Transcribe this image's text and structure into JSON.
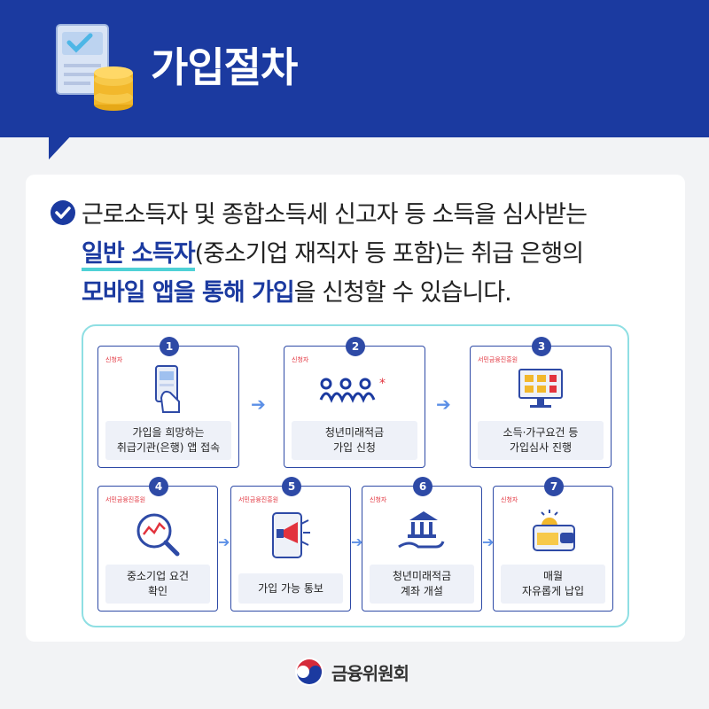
{
  "header": {
    "title": "가입절차"
  },
  "intro": {
    "line1": "근로소득자 및 종합소득세 신고자 등 소득을 심사받는",
    "line2_em": "일반 소득자",
    "line2_rest": "(중소기업 재직자 등 포함)는 취급 은행의",
    "line3_em": "모바일 앱을 통해 가입",
    "line3_rest": "을 신청할 수 있습니다."
  },
  "steps": [
    {
      "num": "1",
      "tag": "신청자",
      "label1": "가입을 희망하는",
      "label2": "취급기관(은행) 앱 접속",
      "icon": "phone-hand-icon"
    },
    {
      "num": "2",
      "tag": "신청자",
      "label1": "청년미래적금",
      "label2": "가입 신청",
      "icon": "youth-logo-icon"
    },
    {
      "num": "3",
      "tag": "서민금융진흥원",
      "label1": "소득·가구요건 등",
      "label2": "가입심사 진행",
      "icon": "monitor-check-icon"
    },
    {
      "num": "4",
      "tag": "서민금융진흥원",
      "label1": "중소기업 요건",
      "label2": "확인",
      "icon": "magnifier-chart-icon"
    },
    {
      "num": "5",
      "tag": "서민금융진흥원",
      "label1": "가입 가능 통보",
      "label2": "",
      "icon": "megaphone-phone-icon"
    },
    {
      "num": "6",
      "tag": "신청자",
      "label1": "청년미래적금",
      "label2": "계좌 개설",
      "icon": "bank-hand-icon"
    },
    {
      "num": "7",
      "tag": "신청자",
      "label1": "매월",
      "label2": "자유롭게 납입",
      "icon": "wallet-card-icon"
    }
  ],
  "footer": {
    "org": "금융위원회",
    "emblem": "taegeuk-emblem-icon"
  },
  "colors": {
    "navy": "#1b3aa0",
    "accent_cyan": "#4fd1d6",
    "tag_red": "#e2333d",
    "arrow_blue": "#5b8fe6"
  }
}
